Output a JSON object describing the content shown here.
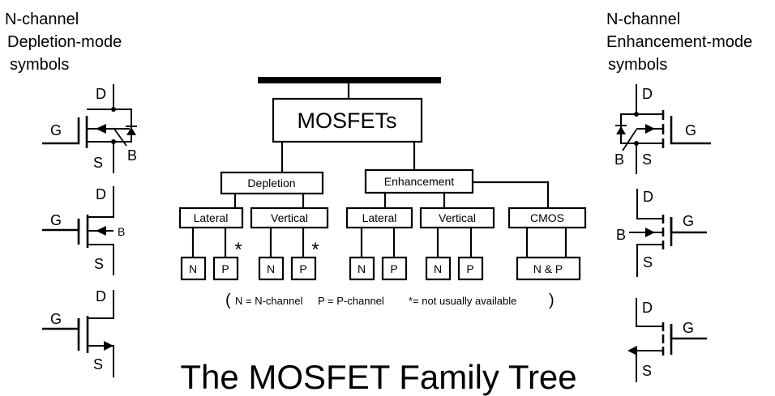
{
  "left_heading": {
    "line1": "N-channel",
    "line2": "Depletion-mode",
    "line3": "symbols"
  },
  "right_heading": {
    "line1": "N-channel",
    "line2": "Enhancement-mode",
    "line3": "symbols"
  },
  "tree": {
    "root": "MOSFETs",
    "depletion": "Depletion",
    "enhancement": "Enhancement",
    "depletion_lateral": "Lateral",
    "depletion_vertical": "Vertical",
    "enhancement_lateral": "Lateral",
    "enhancement_vertical": "Vertical",
    "cmos": "CMOS",
    "leaf_n": "N",
    "leaf_p": "P",
    "leaf_np": "N & P",
    "not_available_mark": "*"
  },
  "legend": {
    "open_paren": "(",
    "n": "N = N-channel",
    "p": "P = P-channel",
    "star": "*= not usually available",
    "close_paren": ")"
  },
  "title": "The MOSFET Family Tree",
  "pins": {
    "drain": "D",
    "gate": "G",
    "source": "S",
    "body": "B"
  }
}
